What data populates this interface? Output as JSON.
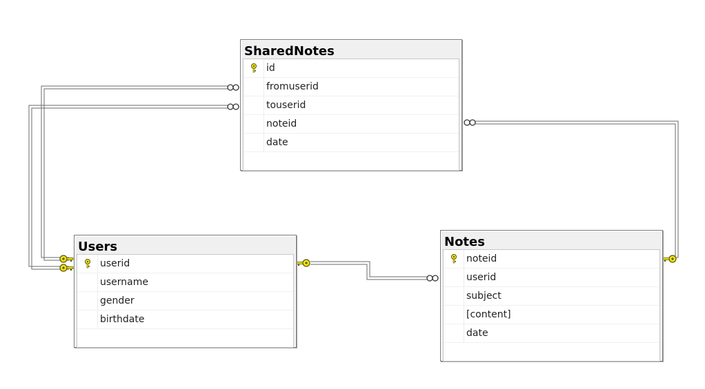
{
  "tables": {
    "shared_notes": {
      "name": "SharedNotes",
      "columns": [
        {
          "name": "id",
          "primary_key": true
        },
        {
          "name": "fromuserid",
          "primary_key": false
        },
        {
          "name": "touserid",
          "primary_key": false
        },
        {
          "name": "noteid",
          "primary_key": false
        },
        {
          "name": "date",
          "primary_key": false
        }
      ]
    },
    "users": {
      "name": "Users",
      "columns": [
        {
          "name": "userid",
          "primary_key": true
        },
        {
          "name": "username",
          "primary_key": false
        },
        {
          "name": "gender",
          "primary_key": false
        },
        {
          "name": "birthdate",
          "primary_key": false
        }
      ]
    },
    "notes": {
      "name": "Notes",
      "columns": [
        {
          "name": "noteid",
          "primary_key": true
        },
        {
          "name": "userid",
          "primary_key": false
        },
        {
          "name": "subject",
          "primary_key": false
        },
        {
          "name": "[content]",
          "primary_key": false
        },
        {
          "name": "date",
          "primary_key": false
        }
      ]
    }
  },
  "relationships": [
    {
      "from_table": "SharedNotes",
      "from_column": "fromuserid",
      "to_table": "Users",
      "to_column": "userid",
      "cardinality": "many-to-one"
    },
    {
      "from_table": "SharedNotes",
      "from_column": "touserid",
      "to_table": "Users",
      "to_column": "userid",
      "cardinality": "many-to-one"
    },
    {
      "from_table": "SharedNotes",
      "from_column": "noteid",
      "to_table": "Notes",
      "to_column": "noteid",
      "cardinality": "many-to-one"
    },
    {
      "from_table": "Notes",
      "from_column": "userid",
      "to_table": "Users",
      "to_column": "userid",
      "cardinality": "many-to-one"
    }
  ],
  "colors": {
    "key": "#f0e020",
    "key_outline": "#5a5a00",
    "line": "#6a6a6a",
    "header_bg": "#f0f0f0"
  },
  "icons": {
    "primary_key": "key-icon",
    "many_end": "infinity-icon",
    "one_end": "key-icon"
  }
}
